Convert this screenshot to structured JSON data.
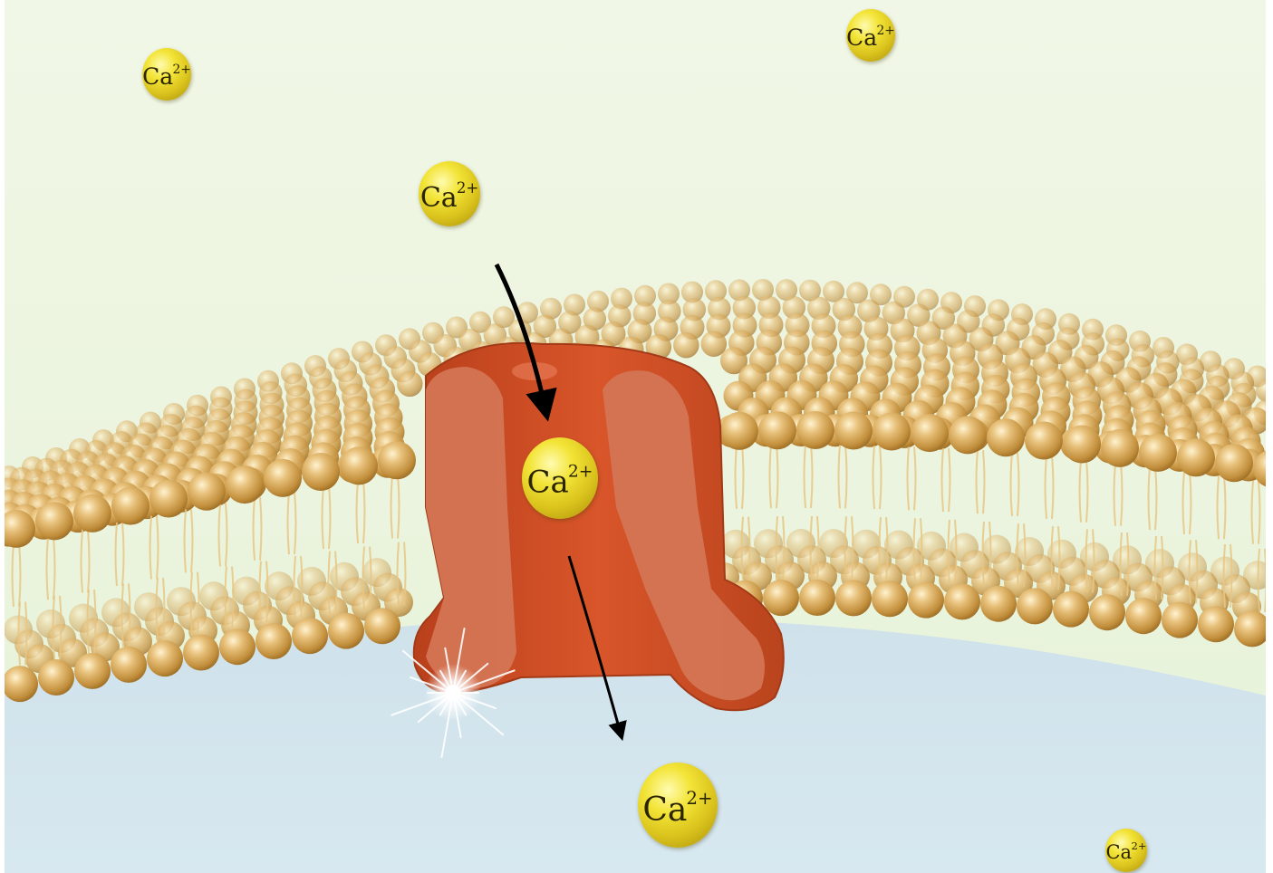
{
  "diagram": {
    "ion_symbol": "Ca",
    "ion_charge": "2+",
    "ions": [
      {
        "id": "ion-1",
        "symbol": "Ca",
        "charge": "2+"
      },
      {
        "id": "ion-2",
        "symbol": "Ca",
        "charge": "2+"
      },
      {
        "id": "ion-3",
        "symbol": "Ca",
        "charge": "2+"
      },
      {
        "id": "ion-4",
        "symbol": "Ca",
        "charge": "2+"
      },
      {
        "id": "ion-5",
        "symbol": "Ca",
        "charge": "2+"
      },
      {
        "id": "ion-6",
        "symbol": "Ca",
        "charge": "2+"
      }
    ],
    "colors": {
      "extracellular": "#eef6e1",
      "intracellular": "#cfe2ec",
      "lipid_head": "#d6a85a",
      "lipid_tail": "#e9c98c",
      "channel": "#cf4f22",
      "channel_inner": "#d27556",
      "ion": "#efe02e",
      "arrow": "#000000"
    }
  }
}
